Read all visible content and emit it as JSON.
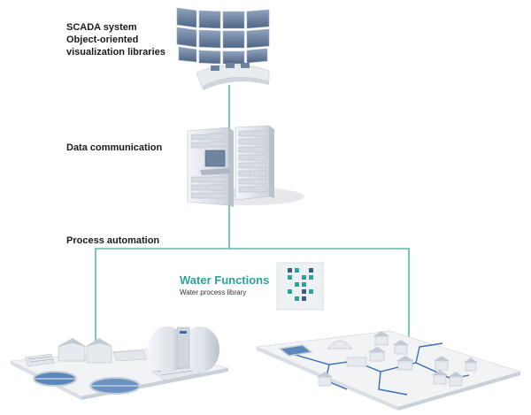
{
  "labels": {
    "scada_line1": "SCADA system",
    "scada_line2": "Object-oriented",
    "scada_line3": "visualization libraries",
    "data_communication": "Data communication",
    "process_automation": "Process automation"
  },
  "product": {
    "title": "Water Functions",
    "subtitle": "Water process library"
  },
  "colors": {
    "accent": "#2aa39a",
    "line": "#5fb8a8",
    "pipe": "#3a6db5"
  },
  "icons": {
    "scada": "monitor-wall-icon",
    "server": "server-rack-icon",
    "logo": "water-functions-logo-icon",
    "plant": "treatment-plant-icon",
    "network": "distribution-network-icon"
  }
}
